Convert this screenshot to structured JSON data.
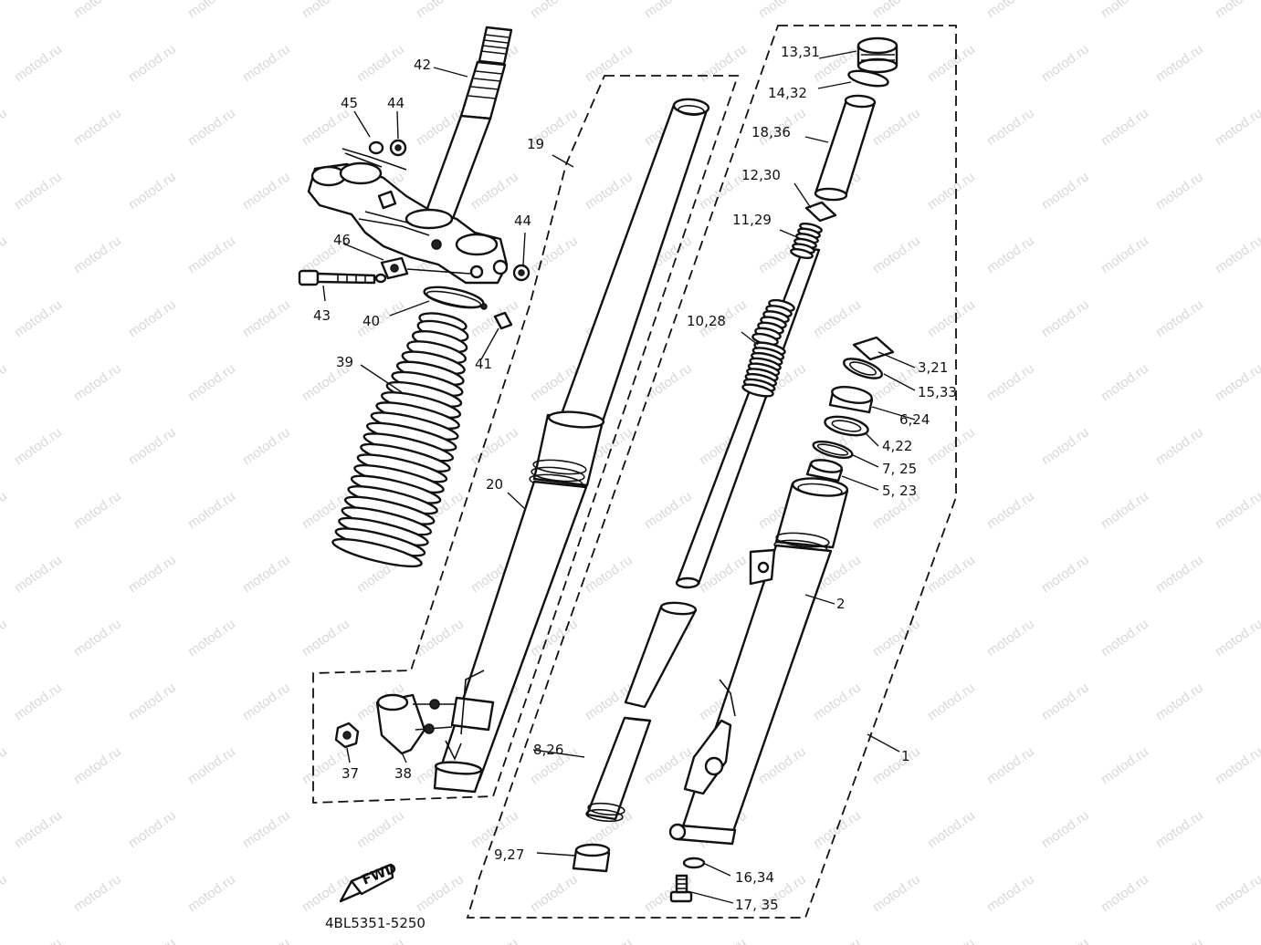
{
  "diagram_code": "4BL5351-5250",
  "fwd_label": "FWD",
  "watermark_text": "motod.ru",
  "labels": {
    "p1": "1",
    "p2": "2",
    "p3_21": "3,21",
    "p4_22": "4,22",
    "p5_23": "5, 23",
    "p6_24": "6,24",
    "p7_25": "7, 25",
    "p8_26": "8,26",
    "p9_27": "9,27",
    "p10_28": "10,28",
    "p11_29": "11,29",
    "p12_30": "12,30",
    "p13_31": "13,31",
    "p14_32": "14,32",
    "p15_33": "15,33",
    "p16_34": "16,34",
    "p17_35": "17, 35",
    "p18_36": "18,36",
    "p19": "19",
    "p20": "20",
    "p37": "37",
    "p38": "38",
    "p39": "39",
    "p40": "40",
    "p41": "41",
    "p42": "42",
    "p43": "43",
    "p44a": "44",
    "p44b": "44",
    "p45": "45",
    "p46": "46"
  }
}
